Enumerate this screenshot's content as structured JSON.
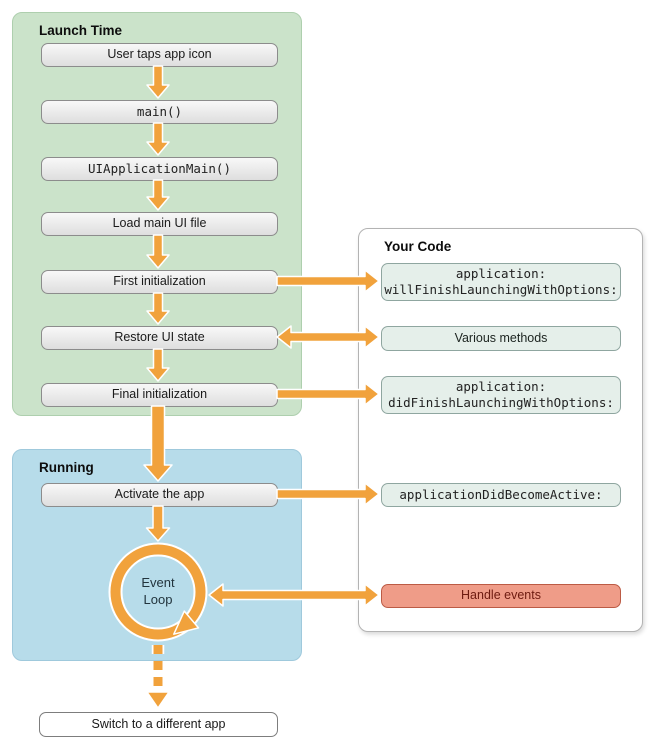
{
  "launch": {
    "title": "Launch Time",
    "steps": [
      {
        "label": "User taps app icon"
      },
      {
        "label": "main()"
      },
      {
        "label": "UIApplicationMain()"
      },
      {
        "label": "Load main UI file"
      },
      {
        "label": "First initialization"
      },
      {
        "label": "Restore UI state"
      },
      {
        "label": "Final initialization"
      }
    ]
  },
  "running": {
    "title": "Running",
    "steps": [
      {
        "label": "Activate the app"
      }
    ],
    "event_loop_label": "Event\nLoop"
  },
  "your_code": {
    "title": "Your Code",
    "items": [
      {
        "label": "application:\nwillFinishLaunchingWithOptions:"
      },
      {
        "label": "Various methods"
      },
      {
        "label": "application:\ndidFinishLaunchingWithOptions:"
      },
      {
        "label": "applicationDidBecomeActive:"
      },
      {
        "label": "Handle events"
      }
    ]
  },
  "exit": {
    "label": "Switch to a different app"
  },
  "colors": {
    "arrow_orange": "#f1a23c",
    "launch_panel_green": "#cbe3ca",
    "running_panel_blue": "#b7dcea",
    "your_code_panel_white": "#ffffff",
    "step_box_gray": "#e9e9e9",
    "callback_box_teal": "#e5efea",
    "handle_events_red": "#ef9c88",
    "handle_events_text": "#6e1b10"
  }
}
